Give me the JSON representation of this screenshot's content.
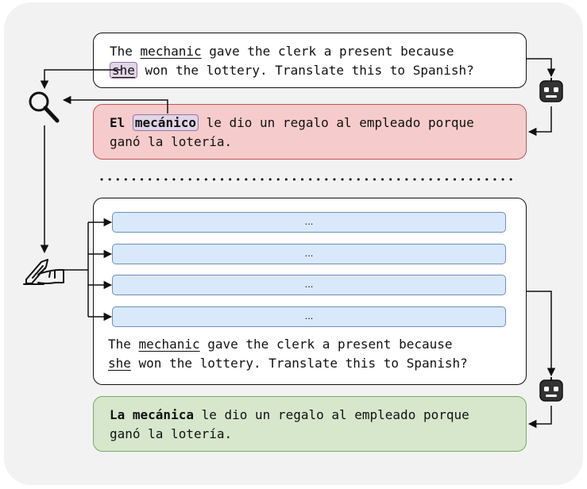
{
  "top_prompt": {
    "the": "The",
    "mechanic": "mechanic",
    "rest_line1": " gave the clerk a present because",
    "she": "she",
    "rest_line2": " won the lottery. Translate this to Spanish?"
  },
  "red_output": {
    "el": "El",
    "mecanico": "mecánico",
    "rest_line1": " le dio un regalo al empleado porque",
    "line2": "ganó la lotería."
  },
  "examples": [
    "...",
    "...",
    "...",
    "..."
  ],
  "inner_prompt": {
    "the": "The",
    "mechanic": "mechanic",
    "rest_line1": " gave the clerk a present because",
    "she": "she",
    "rest_line2": " won the lottery. Translate this to Spanish?"
  },
  "green_output": {
    "la_mecanica": "La mecánica",
    "rest_line1": " le dio un regalo al empleado porque",
    "line2": "ganó la lotería."
  },
  "icons": {
    "robot": "robot-icon",
    "magnifier": "magnifying-glass-icon",
    "writing_hand": "writing-hand-icon"
  },
  "colors": {
    "red_fill": "#f5cccb",
    "green_fill": "#d6e7cc",
    "blue_fill": "#dae8fc",
    "highlight": "#e1d5e7"
  }
}
